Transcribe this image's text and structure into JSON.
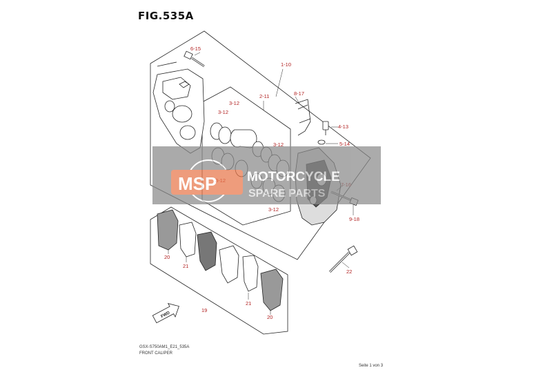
{
  "figure_title": "FIG.535A",
  "footer": {
    "model_code": "GSX-S750AM1_E21_535A",
    "diagram_name": "FRONT CALIPER",
    "page_indicator": "Seite 1 von 3"
  },
  "callouts": {
    "c_1_10": "1-10",
    "c_2_11": "2-11",
    "c_3_12_a": "3-12",
    "c_3_12_b": "3-12",
    "c_3_12_c": "3-12",
    "c_3_12_d": "3-12",
    "c_3_12_e": "3-12",
    "c_4_13": "4-13",
    "c_5_14": "5-14",
    "c_6_15": "6-15",
    "c_7_16": "7-16",
    "c_8_17": "8-17",
    "c_9_18": "9-18",
    "c_19": "19",
    "c_20_a": "20",
    "c_20_b": "20",
    "c_21_a": "21",
    "c_21_b": "21",
    "c_22": "22"
  },
  "fwd_label": "FWD",
  "watermark": {
    "logo_text": "MSP",
    "line1": "MOTORCYCLE",
    "line2": "SPARE PARTS"
  },
  "colors": {
    "callout": "#b22222",
    "line": "#222222",
    "watermark_bg": "#8a8a8a",
    "watermark_logo": "#e8774a"
  }
}
